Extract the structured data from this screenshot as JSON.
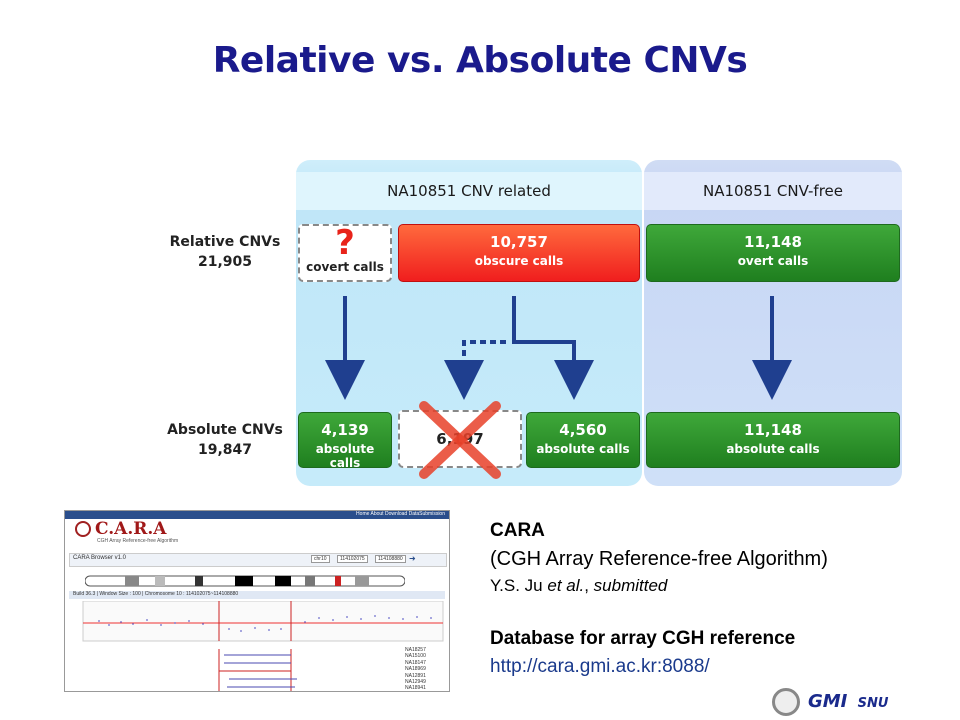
{
  "slide": {
    "title": "Relative vs. Absolute CNVs"
  },
  "diagram": {
    "col1_header": "NA10851 CNV related",
    "col2_header": "NA10851 CNV-free",
    "relative_label": "Relative CNVs",
    "relative_total": "21,905",
    "absolute_label": "Absolute CNVs",
    "absolute_total": "19,847",
    "covert_mark": "?",
    "covert_label": "covert calls",
    "obscure_value": "10,757",
    "obscure_label": "obscure calls",
    "overt_value": "11,148",
    "overt_label": "overt calls",
    "abs1_value": "4,139",
    "abs1_label": "absolute calls",
    "crossed_value": "6,197",
    "abs2_value": "4,560",
    "abs2_label": "absolute calls",
    "abs3_value": "11,148",
    "abs3_label": "absolute calls",
    "colors": {
      "green": "#2a8f2a",
      "red": "#f23a22",
      "arrow": "#1f3f8f",
      "title": "#1a1a8c"
    }
  },
  "reference": {
    "name": "CARA",
    "full_name": "(CGH Array Reference-free Algorithm)",
    "authors": "Y.S. Ju",
    "etal": "et al.",
    "status": "submitted",
    "db_heading": "Database for array CGH reference",
    "url": "http://cara.gmi.ac.kr:8088/"
  },
  "screenshot": {
    "logo": "C.A.R.A",
    "subtitle": "CGH Array Reference-free Algorithm",
    "nav": "Home  About  Download  DataSubmission",
    "browser_label": "CARA Browser v1.0",
    "chr_select": "chr10",
    "start": "114102075",
    "end": "114108880",
    "info_bar": "Build 36.3 | Window Size : 100 | Chromosome 10 : 114102075~114108880",
    "samples": [
      "NA18257",
      "NA15100",
      "NA18147",
      "NA18969",
      "NA12891",
      "NA12949",
      "NA18941"
    ]
  },
  "footer": {
    "org": "GMI",
    "org_sub": "SNU"
  }
}
